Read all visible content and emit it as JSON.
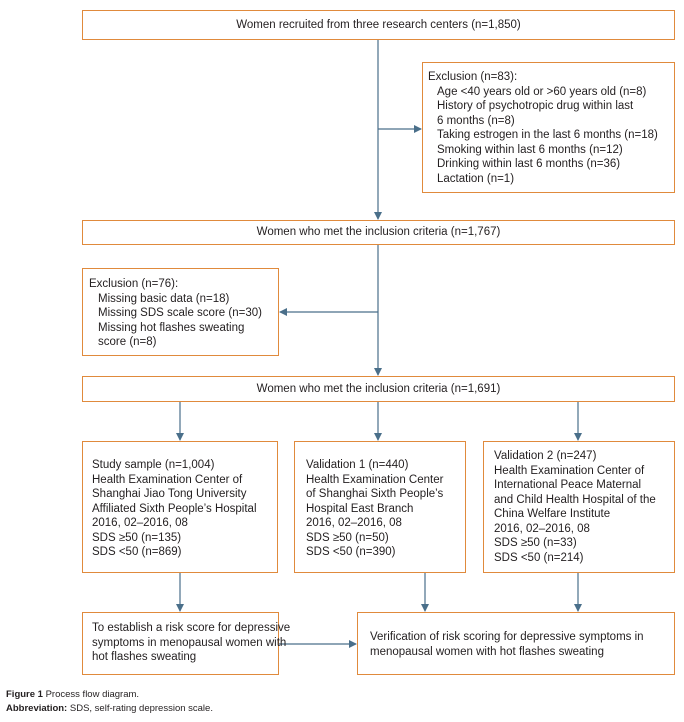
{
  "recruited": "Women recruited from three research centers (n=1,850)",
  "exclusion1": {
    "title": "Exclusion (n=83):",
    "items": [
      "Age <40 years old or >60 years old (n=8)",
      "History of psychotropic drug within last",
      "6 months (n=8)",
      "Taking estrogen in the last 6 months (n=18)",
      "Smoking within last 6 months (n=12)",
      "Drinking within last 6 months (n=36)",
      "Lactation (n=1)"
    ]
  },
  "met1": "Women who met the inclusion criteria (n=1,767)",
  "exclusion2": {
    "title": "Exclusion (n=76):",
    "items": [
      "Missing basic data (n=18)",
      "Missing SDS scale score (n=30)",
      "Missing hot flashes sweating",
      "score (n=8)"
    ]
  },
  "met2": "Women who met the inclusion criteria (n=1,691)",
  "study": [
    "Study sample (n=1,004)",
    "Health Examination Center of",
    "Shanghai Jiao Tong University",
    "Affiliated Sixth People’s Hospital",
    "2016, 02–2016, 08",
    "SDS ≥50 (n=135)",
    "SDS <50 (n=869)"
  ],
  "validation1": [
    "Validation 1 (n=440)",
    "Health Examination Center",
    "of Shanghai Sixth People’s",
    "Hospital East Branch",
    "2016, 02–2016, 08",
    "SDS ≥50 (n=50)",
    "SDS <50 (n=390)"
  ],
  "validation2": [
    "Validation 2 (n=247)",
    "Health Examination Center of",
    "International Peace Maternal",
    "and Child Health Hospital of the",
    "China Welfare Institute",
    "2016, 02–2016, 08",
    "SDS ≥50 (n=33)",
    "SDS <50 (n=214)"
  ],
  "establish": [
    "To establish a risk score for depressive",
    "symptoms in menopausal women with",
    "hot flashes sweating"
  ],
  "verification": [
    "Verification of risk scoring for depressive symptoms in",
    "menopausal women with hot flashes sweating"
  ],
  "caption": {
    "figure_label": "Figure 1",
    "figure_text": " Process flow diagram.",
    "abbrev_label": "Abbreviation:",
    "abbrev_text": " SDS, self-rating depression scale."
  },
  "colors": {
    "box_border": "#e08a3c",
    "arrow": "#4a6f8a"
  }
}
